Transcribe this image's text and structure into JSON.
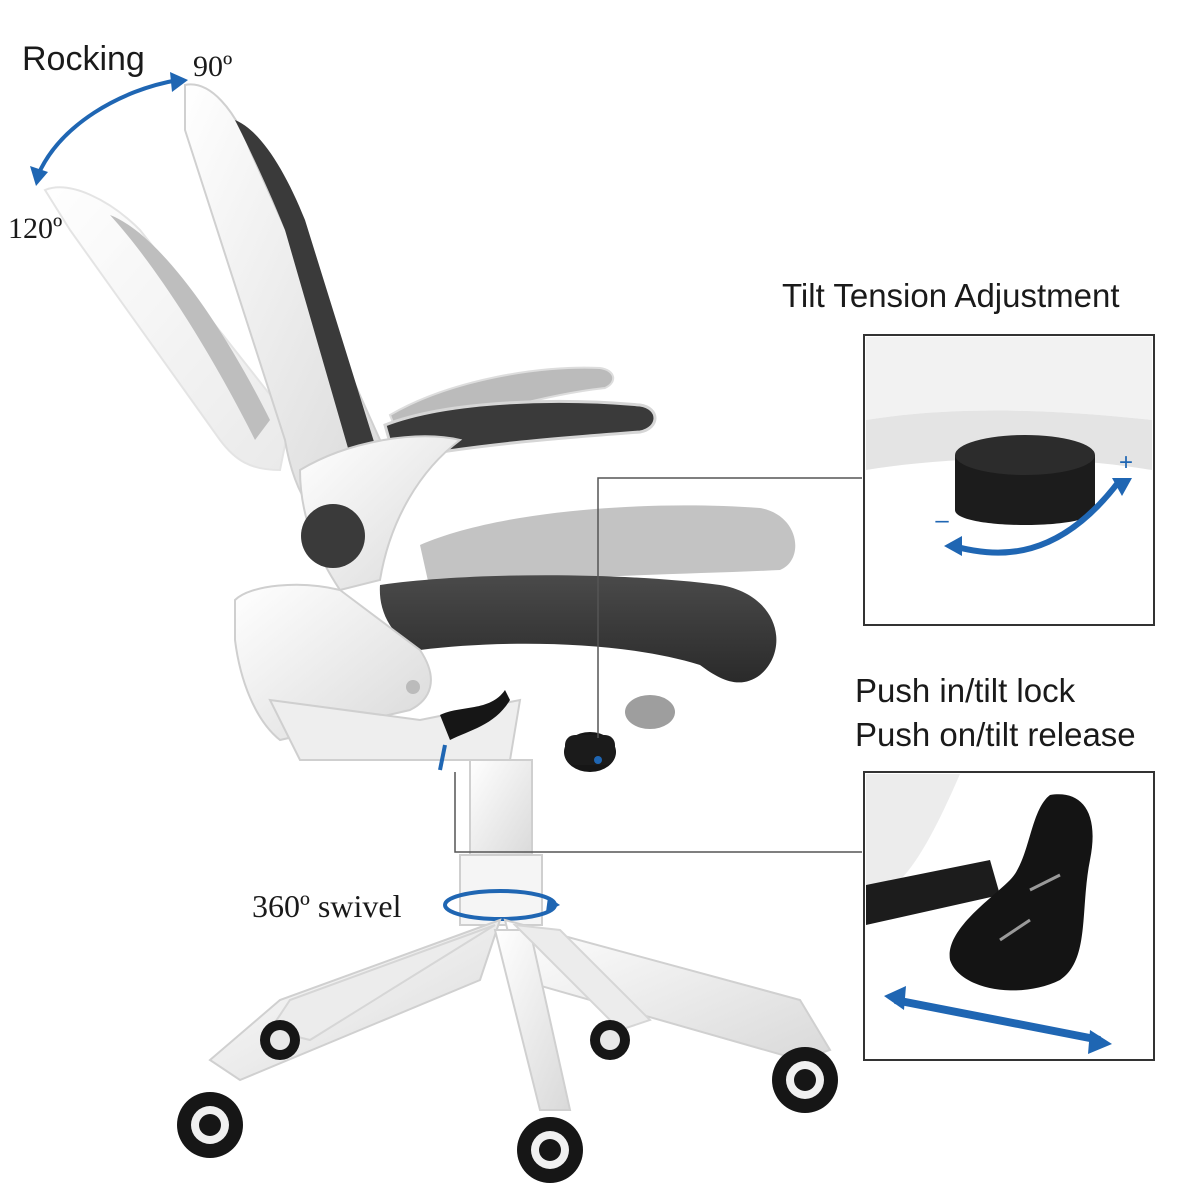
{
  "labels": {
    "rocking": "Rocking",
    "angle_upright": "90º",
    "angle_reclined": "120º",
    "tilt_tension": "Tilt Tension Adjustment",
    "tilt_plus": "+",
    "tilt_minus": "–",
    "push_in": "Push in/tilt lock",
    "push_on": "Push on/tilt release",
    "swivel": "360º swivel"
  },
  "colors": {
    "frame": "#f4f4f4",
    "frame_shadow": "#d6d6d6",
    "mesh": "#3a3a3a",
    "mesh_faded": "#8a8a8a",
    "arrow": "#1f66b3",
    "knob": "#161616",
    "callout_line": "#555555",
    "callout_border": "#333333"
  }
}
